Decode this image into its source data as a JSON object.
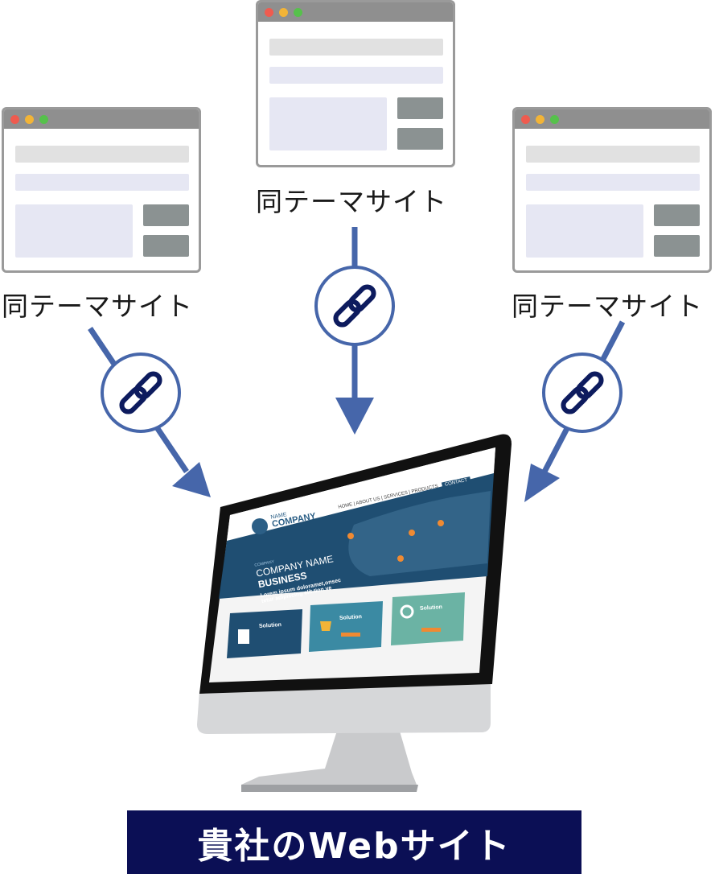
{
  "related_sites": [
    {
      "label": "同テーマサイト"
    },
    {
      "label": "同テーマサイト"
    },
    {
      "label": "同テーマサイト"
    }
  ],
  "window_dots": [
    "#ef5b4f",
    "#f2b437",
    "#56c14b"
  ],
  "link_icon": "link-chain-icon",
  "colors": {
    "arrow": "#4666aa",
    "footer_bg": "#0b0f55",
    "chain": "#0d1b5e"
  },
  "monitor_site": {
    "logo_top": "NAME",
    "logo_bottom": "COMPANY",
    "nav": [
      "HOME",
      "ABOUT US",
      "SERVICES",
      "PRODUCTS"
    ],
    "nav_cta": "CONTACT",
    "hero_kicker": "COMPANY",
    "hero_title": "COMPANY NAME",
    "hero_subtitle": "BUSINESS",
    "hero_text_1": "Lorem ipsum doloramet,onsec",
    "hero_text_2": "tetur adipiscing elit.tion ve",
    "cards": [
      {
        "title": "Solution",
        "icon": "document-pen-icon"
      },
      {
        "title": "Solution",
        "icon": "trophy-icon"
      },
      {
        "title": "Solution",
        "icon": "magnifier-icon"
      }
    ]
  },
  "target_label": "貴社のWebサイト"
}
